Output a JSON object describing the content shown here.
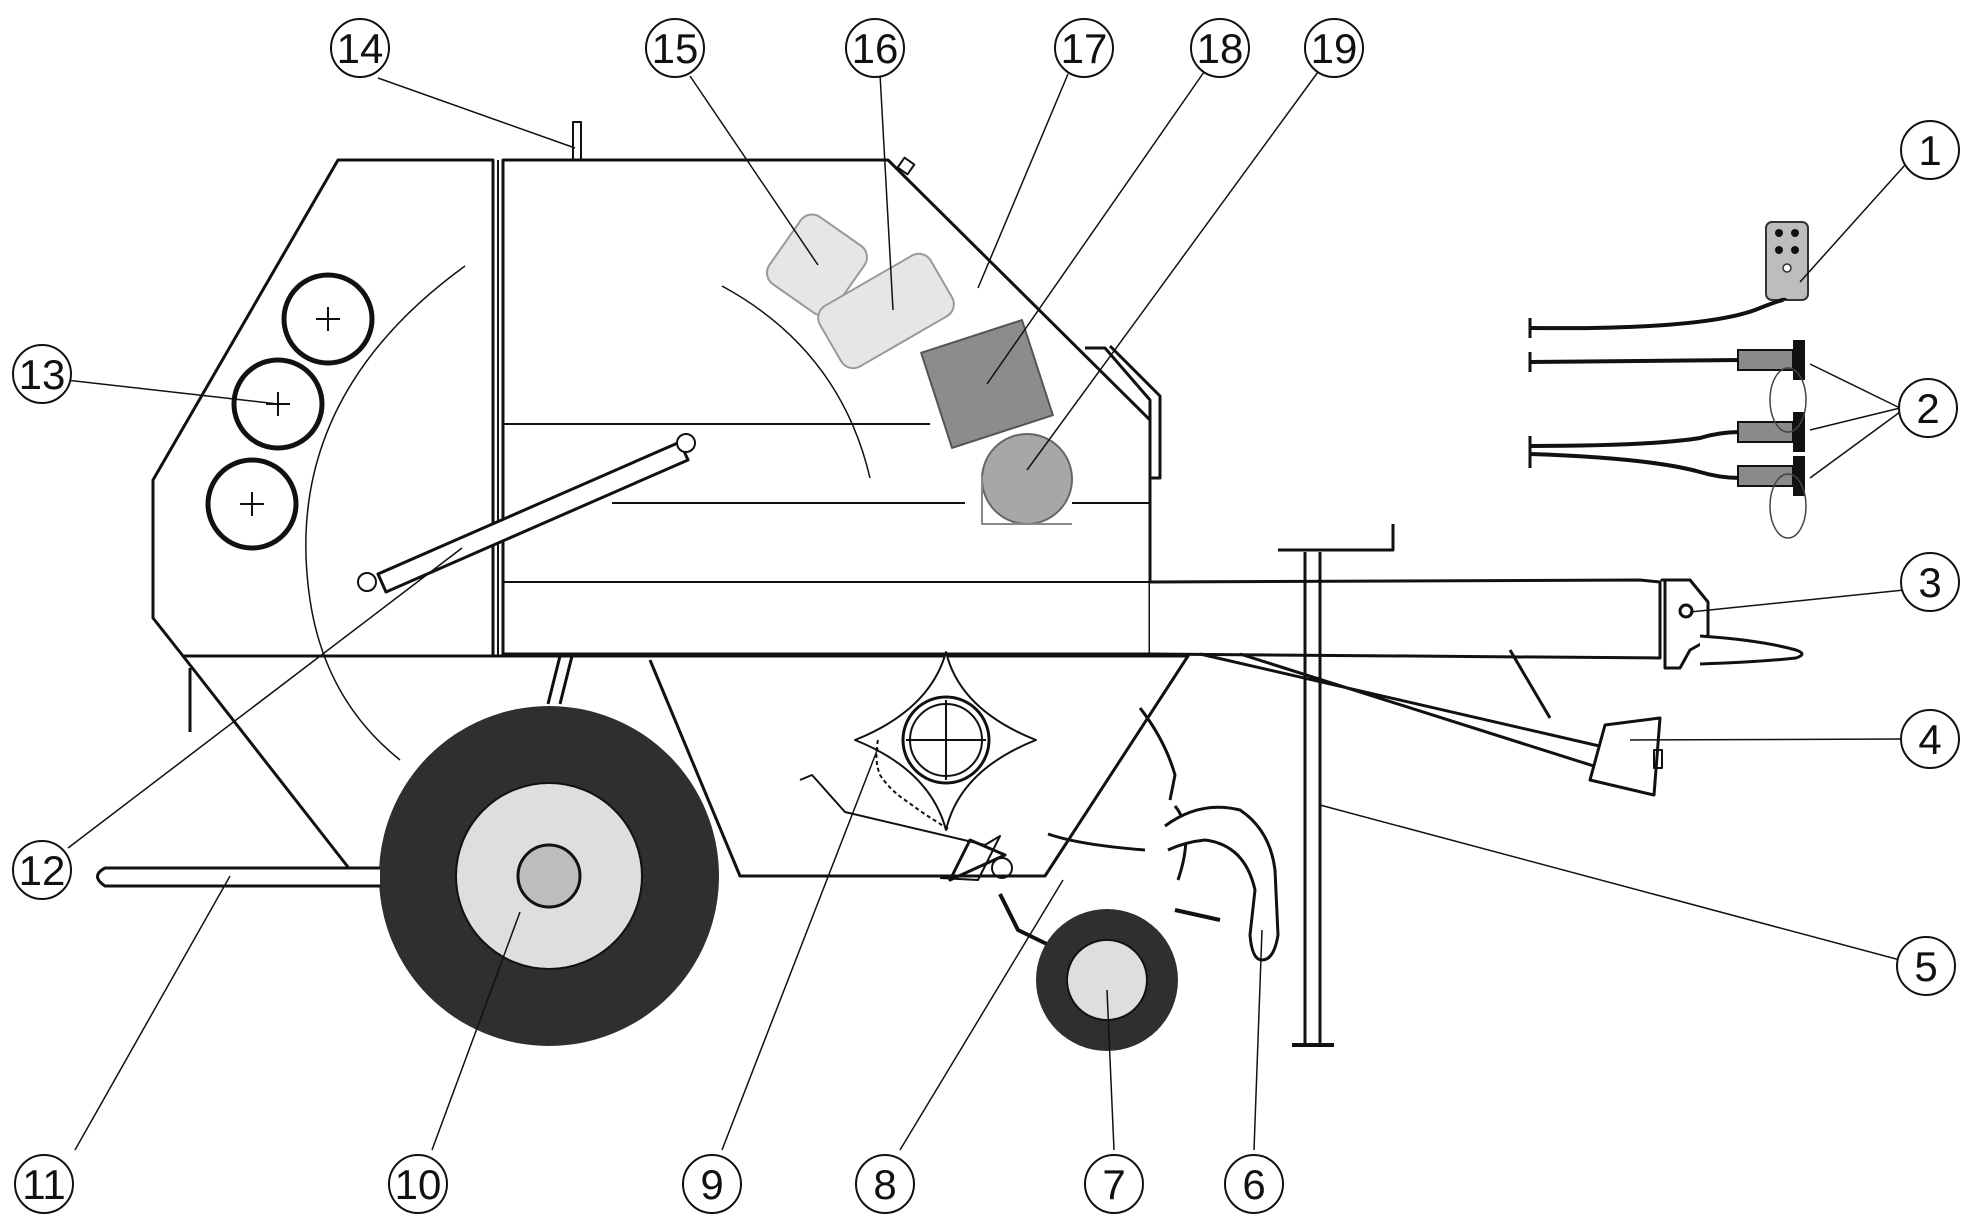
{
  "diagram": {
    "colors": {
      "line": "#111111",
      "tyre": "#2f2f2f",
      "rim": "#dedede",
      "hub": "#bdbdbd",
      "light_panel": "#e6e6e6",
      "dark_panel": "#8c8c8c",
      "round_panel": "#a7a7a7",
      "connector": "#555555"
    },
    "callouts": [
      {
        "label": "1"
      },
      {
        "label": "2"
      },
      {
        "label": "3"
      },
      {
        "label": "4"
      },
      {
        "label": "5"
      },
      {
        "label": "6"
      },
      {
        "label": "7"
      },
      {
        "label": "8"
      },
      {
        "label": "9"
      },
      {
        "label": "10"
      },
      {
        "label": "11"
      },
      {
        "label": "12"
      },
      {
        "label": "13"
      },
      {
        "label": "14"
      },
      {
        "label": "15"
      },
      {
        "label": "16"
      },
      {
        "label": "17"
      },
      {
        "label": "18"
      },
      {
        "label": "19"
      }
    ]
  }
}
